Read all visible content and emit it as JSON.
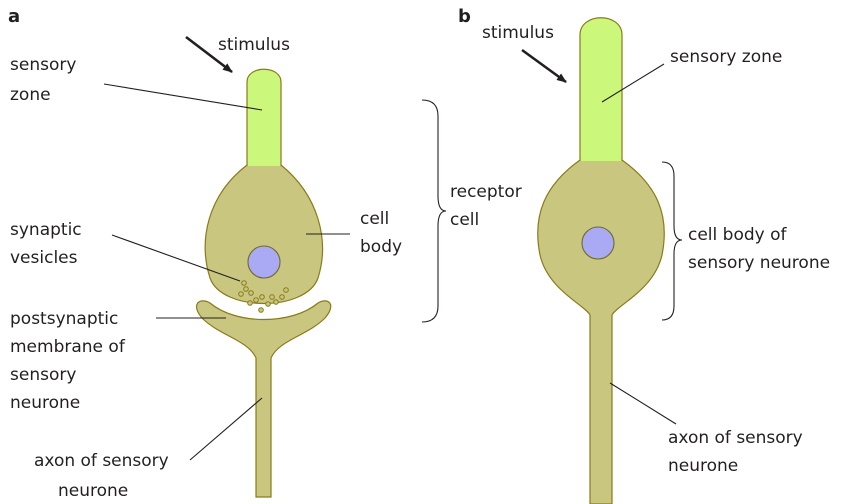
{
  "panel_a": {
    "letter": "a",
    "stimulus": "stimulus",
    "sensory_zone": [
      "sensory",
      "zone"
    ],
    "cell_body": [
      "cell",
      "body"
    ],
    "receptor_cell": [
      "receptor",
      "cell"
    ],
    "synaptic_vesicles": [
      "synaptic",
      "vesicles"
    ],
    "postsynaptic_membrane": [
      "postsynaptic",
      "membrane of",
      "sensory",
      "neurone"
    ],
    "axon": [
      "axon of sensory",
      "neurone"
    ]
  },
  "panel_b": {
    "letter": "b",
    "stimulus": "stimulus",
    "sensory_zone": "sensory zone",
    "cell_body": [
      "cell body of",
      "sensory neurone"
    ],
    "axon": [
      "axon of sensory",
      "neurone"
    ]
  },
  "colors": {
    "sensory_zone": "#cbf77a",
    "cell": "#c9c77f",
    "outline": "#8a7a1a",
    "nucleus": "#aaaaf4",
    "text": "#231f20"
  }
}
